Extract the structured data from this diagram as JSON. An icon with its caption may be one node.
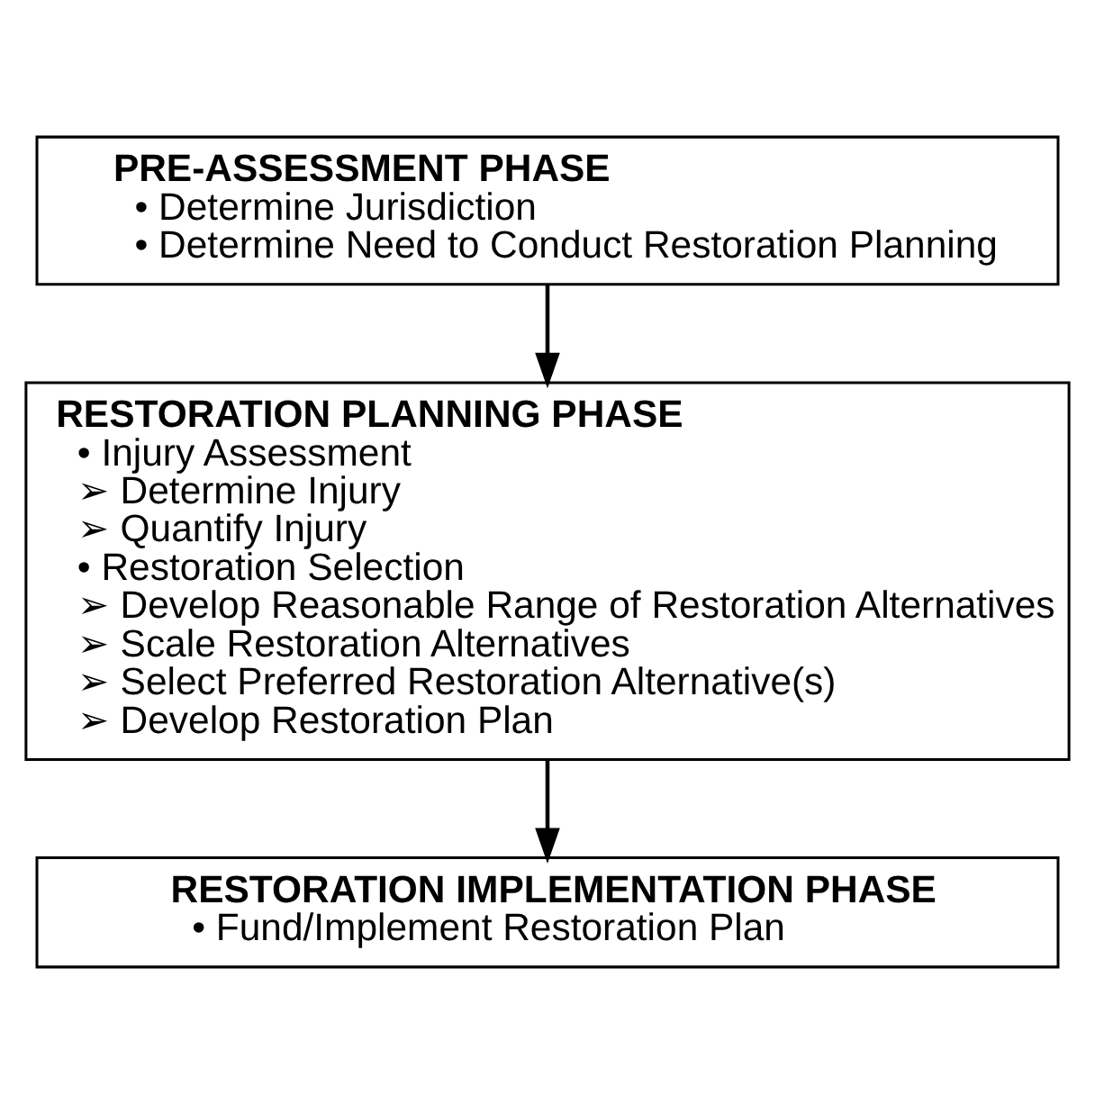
{
  "diagram": {
    "nodes": [
      {
        "text": [
          "PRE-ASSESSMENT PHASE",
          "• Determine Jurisdiction",
          "• Determine Need to Conduct Restoration Planning"
        ]
      },
      {
        "text": [
          "RESTORATION PLANNING PHASE",
          "• Injury Assessment",
          "➢ Determine Injury",
          "➢ Quantify Injury",
          "• Restoration Selection",
          "➢ Develop Reasonable Range of Restoration Alternatives",
          "➢ Scale Restoration Alternatives",
          "➢ Select Preferred Restoration Alternative(s)",
          "➢ Develop Restoration Plan"
        ]
      },
      {
        "text": [
          "RESTORATION IMPLEMENTATION PHASE",
          "• Fund/Implement Restoration Plan"
        ]
      }
    ],
    "edges": [
      {
        "from": 0,
        "to": 1,
        "arrow": "to"
      },
      {
        "from": 1,
        "to": 2,
        "arrow": "to"
      }
    ]
  }
}
